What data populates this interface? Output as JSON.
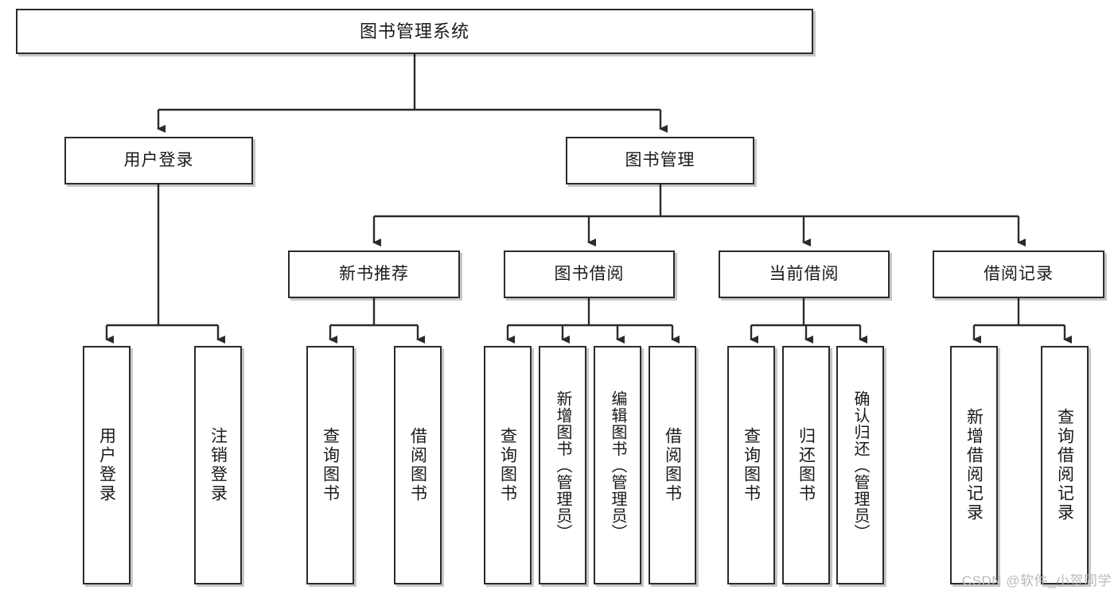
{
  "diagram": {
    "title": "图书管理系统",
    "type": "functional-structure-tree",
    "stroke_color": "#2b2b2b",
    "background_color": "#ffffff",
    "text_color": "#1a1a1a",
    "watermark": "CSDN @软件_小贺同学"
  },
  "nodes": {
    "root": {
      "label": "图书管理系统"
    },
    "level2": [
      {
        "label": "用户登录"
      },
      {
        "label": "图书管理"
      }
    ],
    "level3": [
      {
        "label": "新书推荐"
      },
      {
        "label": "图书借阅"
      },
      {
        "label": "当前借阅"
      },
      {
        "label": "借阅记录"
      }
    ],
    "leaves": [
      {
        "label": "用户登录"
      },
      {
        "label": "注销登录"
      },
      {
        "label": "查询图书"
      },
      {
        "label": "借阅图书"
      },
      {
        "label": "查询图书"
      },
      {
        "label": "新增图书（管理员）"
      },
      {
        "label": "编辑图书（管理员）"
      },
      {
        "label": "借阅图书"
      },
      {
        "label": "查询图书"
      },
      {
        "label": "归还图书"
      },
      {
        "label": "确认归还（管理员）"
      },
      {
        "label": "新增借阅记录"
      },
      {
        "label": "查询借阅记录"
      }
    ]
  }
}
